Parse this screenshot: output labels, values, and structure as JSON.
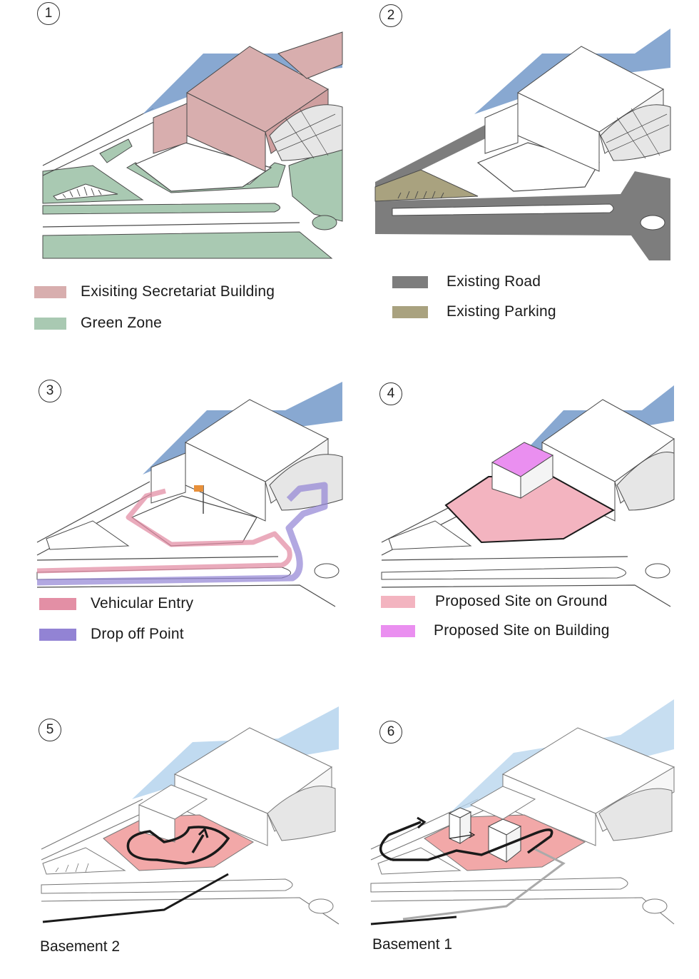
{
  "panels": [
    {
      "number": "1",
      "legend": [
        {
          "label": "Exisiting Secretariat Building",
          "color": "#d8aeae"
        },
        {
          "label": "Green Zone",
          "color": "#a9c9b2"
        }
      ]
    },
    {
      "number": "2",
      "legend": [
        {
          "label": "Existing Road",
          "color": "#7d7d7d"
        },
        {
          "label": "Existing Parking",
          "color": "#a9a27f"
        }
      ]
    },
    {
      "number": "3",
      "legend": [
        {
          "label": "Vehicular Entry",
          "color": "#e38fa5"
        },
        {
          "label": "Drop off Point",
          "color": "#9283d4"
        }
      ]
    },
    {
      "number": "4",
      "legend": [
        {
          "label": "Proposed Site  on Ground",
          "color": "#f3b4c0"
        },
        {
          "label": "Proposed Site  on Building",
          "color": "#ea8ff0"
        }
      ]
    },
    {
      "number": "5",
      "caption": "Basement 2"
    },
    {
      "number": "6",
      "caption": "Basement 1"
    }
  ],
  "colors": {
    "roof_blue": "#7399c9",
    "roof_blue_light": "#b9d6ee",
    "line": "#4a4a4a",
    "basement_red": "#f2a8a8",
    "path": "#1a1a1a"
  }
}
